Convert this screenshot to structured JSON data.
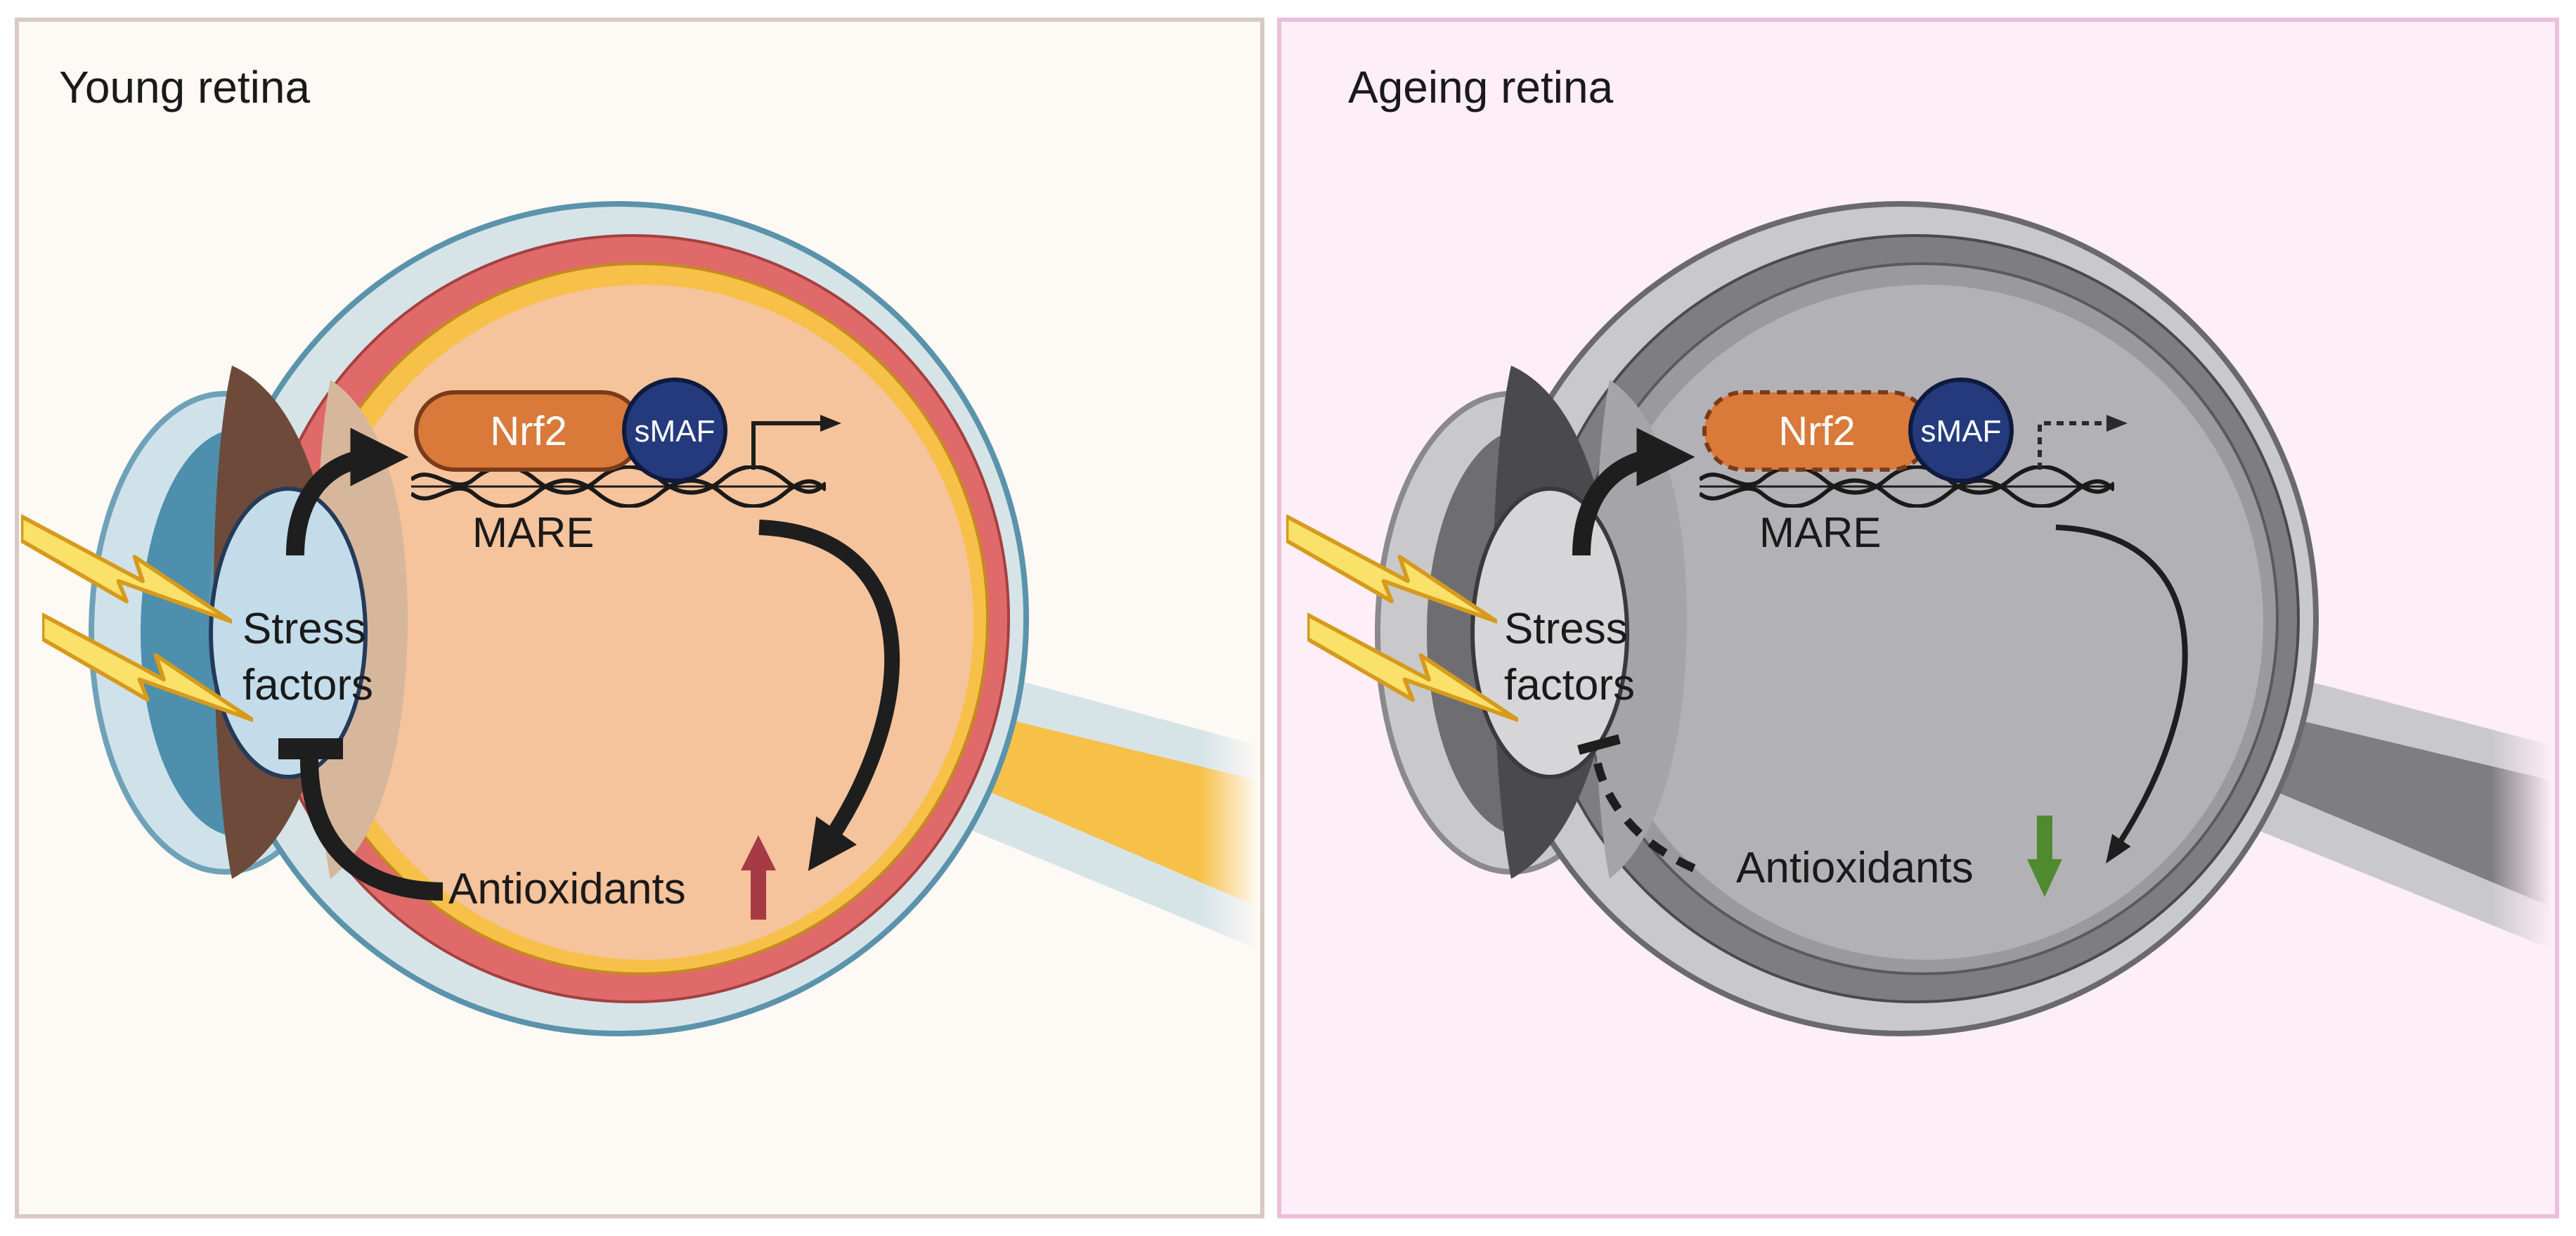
{
  "panels": [
    {
      "title": "Young retina",
      "stress": [
        "Stress",
        "factors"
      ],
      "protein": "Nrf2",
      "partner": "sMAF",
      "dna_label": "MARE",
      "output": "Antioxidants",
      "output_change": "increase",
      "transcription": "active",
      "inhibition": "solid"
    },
    {
      "title": "Ageing retina",
      "stress": [
        "Stress",
        "factors"
      ],
      "protein": "Nrf2",
      "partner": "sMAF",
      "dna_label": "MARE",
      "output": "Antioxidants",
      "output_change": "decrease",
      "transcription": "reduced",
      "inhibition": "dashed"
    }
  ],
  "colors": {
    "young_bg": "#fdf9f5",
    "young_border": "#d9c9c4",
    "ageing_bg": "#fdeef8",
    "ageing_border": "#ebbfdb",
    "vitreous_young": "#f5c39c",
    "vitreous_ageing": "#b2b2b6",
    "choroid": "#e06a6a",
    "retina_layer": "#f7c048",
    "sclera": "#d6e4e8",
    "sclera_edge": "#5a93ab",
    "nrf2": "#d9793a",
    "smaf": "#243a7d",
    "lightning": "#f9e16a",
    "up_arrow": "#a63a45",
    "down_arrow": "#4f8b2e"
  }
}
